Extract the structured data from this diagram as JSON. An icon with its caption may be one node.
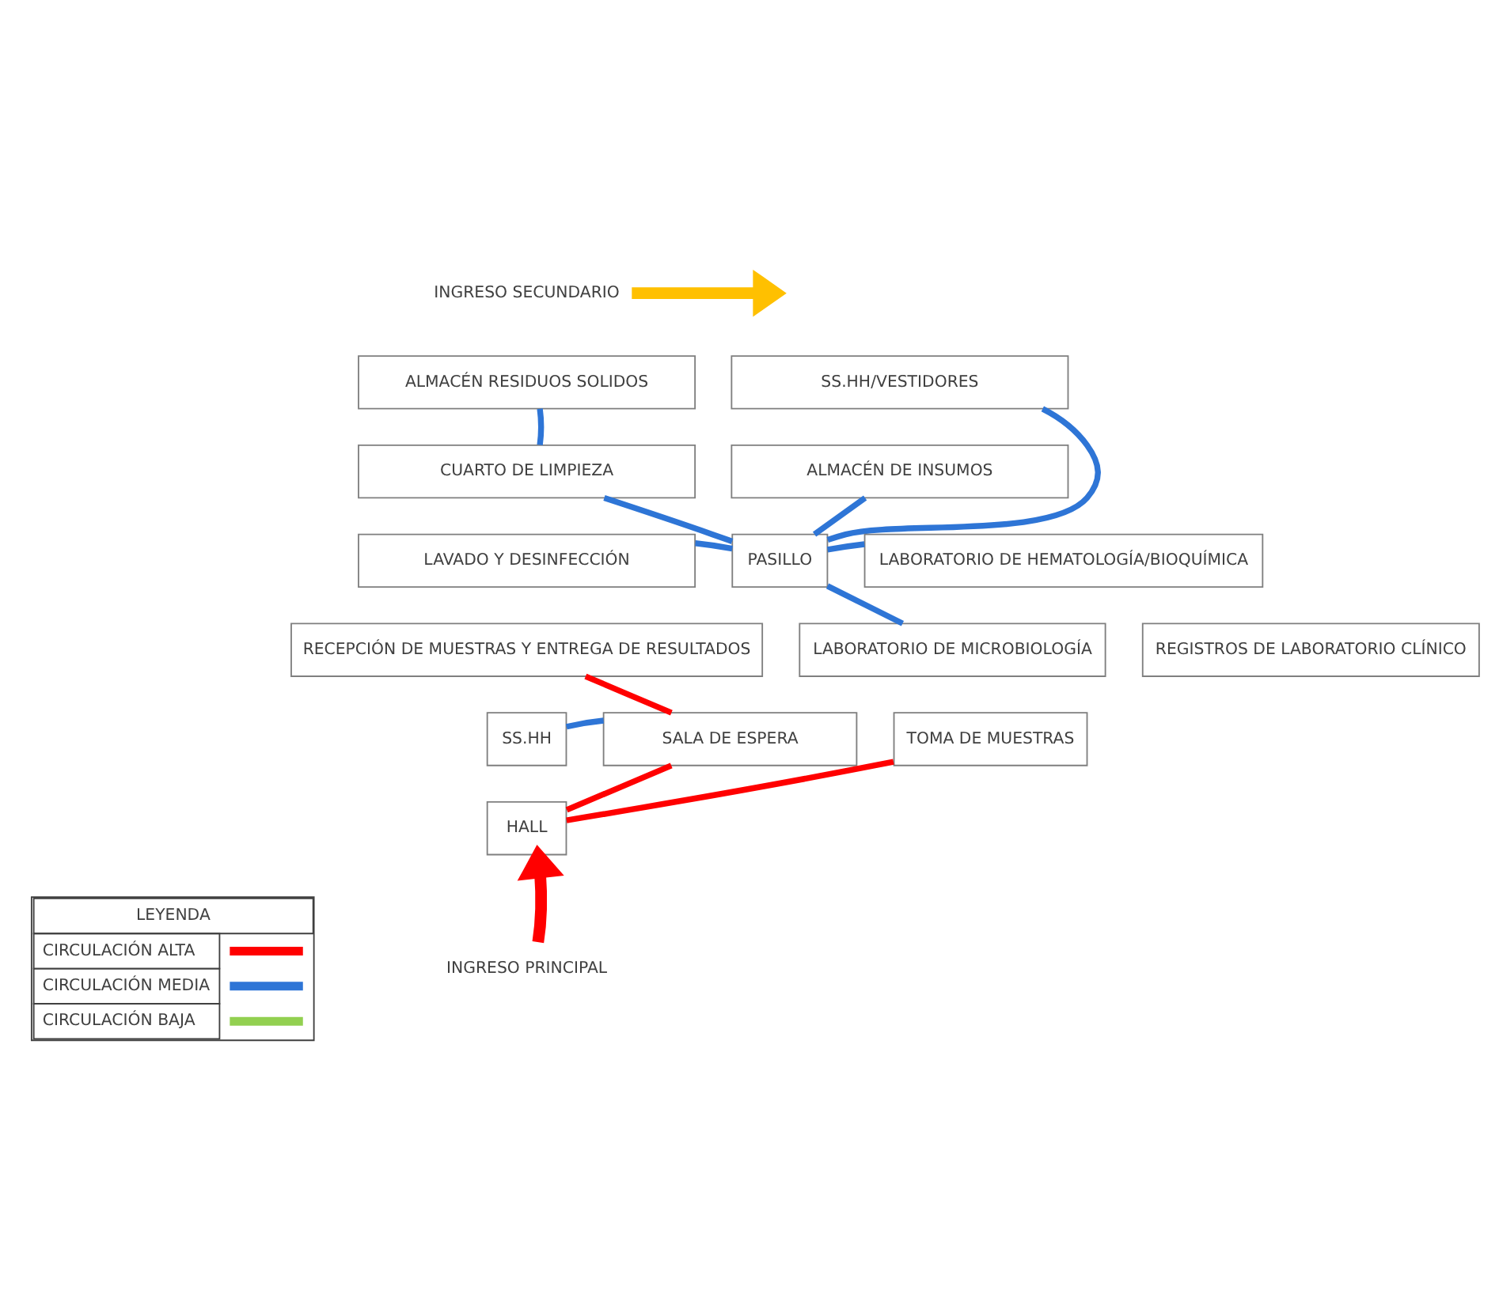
{
  "diagram": {
    "nodes": [
      {
        "text": [
          "INGRESO SECUNDARIO"
        ]
      },
      {
        "text": [
          "SS.HH/VESTIDORES"
        ]
      },
      {
        "text": [
          "ALMACÉN RESIDUOS SOLIDOS"
        ]
      },
      {
        "text": [
          "PASILLO"
        ]
      },
      {
        "text": [
          "CUARTO DE LIMPIEZA"
        ]
      },
      {
        "text": [
          "ALMACÉN DE INSUMOS"
        ]
      },
      {
        "text": [
          "LAVADO Y DESINFECCIÓN"
        ]
      },
      {
        "text": [
          "LABORATORIO DE HEMATOLOGÍA/BIOQUÍMICA"
        ]
      },
      {
        "text": [
          "RECEPCIÓN DE MUESTRAS Y ENTREGA DE RESULTADOS"
        ]
      },
      {
        "text": [
          "LABORATORIO DE MICROBIOLOGÍA"
        ]
      },
      {
        "text": [
          "REGISTROS DE LABORATORIO CLÍNICO"
        ]
      },
      {
        "text": [
          "SS.HH"
        ]
      },
      {
        "text": [
          "SALA DE ESPERA"
        ]
      },
      {
        "text": [
          "TOMA DE MUESTRAS"
        ]
      },
      {
        "text": [
          "HALL"
        ]
      },
      {
        "text": [
          "INGRESO PRINCIPAL"
        ]
      }
    ],
    "edges": [
      {
        "from": 0,
        "to": null,
        "arrow": "to",
        "style": "thick",
        "color": "#ffc000"
      },
      {
        "from": 3,
        "to": 1,
        "arrow": "none"
      },
      {
        "from": 2,
        "to": 4,
        "arrow": "none"
      },
      {
        "from": 4,
        "to": 3,
        "arrow": "none"
      },
      {
        "from": 3,
        "to": 5,
        "arrow": "none"
      },
      {
        "from": 6,
        "to": 3,
        "arrow": "none"
      },
      {
        "from": 3,
        "to": 7,
        "arrow": "none"
      },
      {
        "from": 3,
        "to": 9,
        "arrow": "none"
      },
      {
        "from": 8,
        "to": 12,
        "arrow": "none",
        "color": "#ff0000"
      },
      {
        "from": 11,
        "to": 12,
        "arrow": "none"
      },
      {
        "from": 12,
        "to": 14,
        "arrow": "none",
        "color": "#ff0000"
      },
      {
        "from": 14,
        "to": 13,
        "arrow": "none",
        "color": "#ff0000"
      },
      {
        "from": 15,
        "to": 14,
        "arrow": "to",
        "style": "thick",
        "color": "#ff0000"
      }
    ],
    "labels": [
      "LEYENDA"
    ],
    "legend": [
      {
        "text": "CIRCULACIÓN ALTA",
        "color": "#ff0000"
      },
      {
        "text": "CIRCULACIÓN MEDIA",
        "color": "#2e75d6"
      },
      {
        "text": "CIRCULACIÓN BAJA",
        "color": "#92d050"
      }
    ]
  }
}
